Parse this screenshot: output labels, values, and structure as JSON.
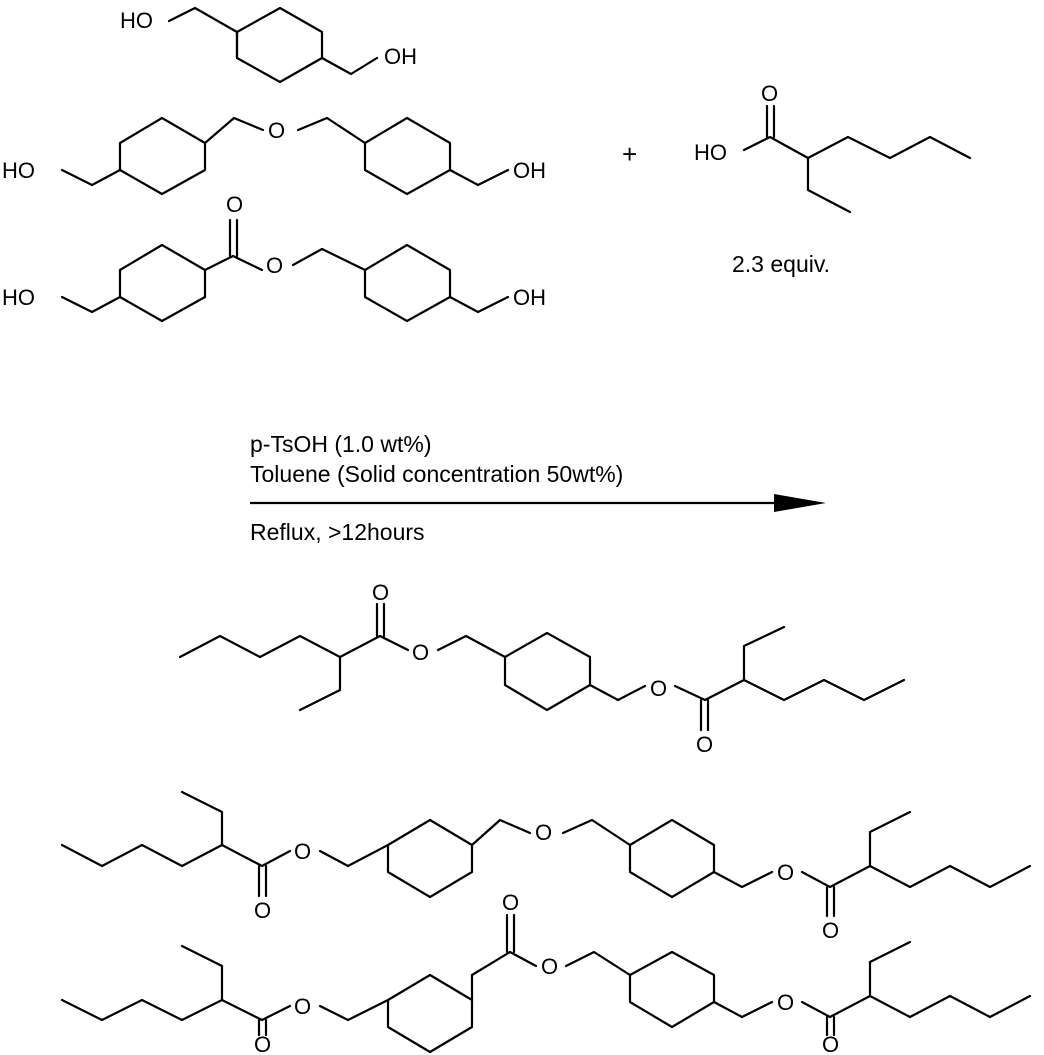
{
  "reactants": {
    "diol_1": {
      "left_hydroxyl": "HO",
      "right_hydroxyl": "OH"
    },
    "diol_2": {
      "left_hydroxyl": "HO",
      "ether_oxygen": "O",
      "right_hydroxyl": "OH"
    },
    "diol_3": {
      "left_hydroxyl": "HO",
      "carbonyl_oxygen": "O",
      "ester_oxygen": "O",
      "right_hydroxyl": "OH"
    }
  },
  "plus_sign": "+",
  "acid": {
    "hydroxyl": "HO",
    "carbonyl_oxygen": "O",
    "equivalents": "2.3 equiv."
  },
  "conditions": {
    "catalyst": "p-TsOH (1.0 wt%)",
    "solvent": "Toluene (Solid concentration 50wt%)",
    "temperature_time": "Reflux, >12hours"
  },
  "products": {
    "diester_1": {
      "ester_oxygen_left": "O",
      "carbonyl_oxygen_left": "O",
      "ester_oxygen_right": "O",
      "carbonyl_oxygen_right": "O"
    },
    "diester_2": {
      "ester_oxygen_left": "O",
      "carbonyl_oxygen_left": "O",
      "ether_oxygen": "O",
      "ester_oxygen_right": "O",
      "carbonyl_oxygen_right": "O"
    },
    "diester_3": {
      "ester_oxygen_left": "O",
      "carbonyl_oxygen_left": "O",
      "core_carbonyl_oxygen": "O",
      "core_ester_oxygen": "O",
      "ester_oxygen_right": "O",
      "carbonyl_oxygen_right": "O"
    }
  },
  "colors": {
    "ink": "#000000",
    "background": "#ffffff"
  }
}
